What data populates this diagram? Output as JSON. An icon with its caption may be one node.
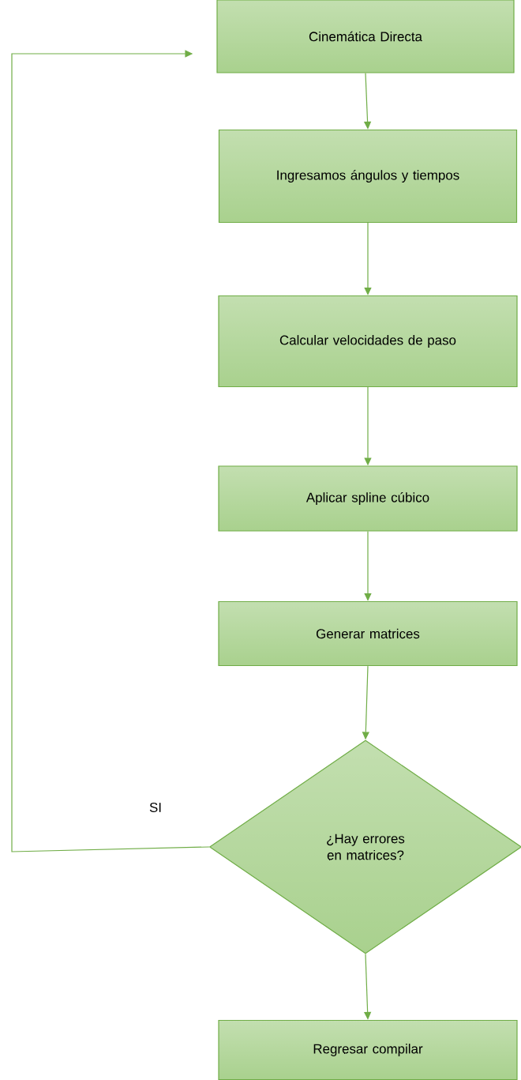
{
  "diagram": {
    "nodes": [
      {
        "text": [
          "Cinemática Directa"
        ]
      },
      {
        "text": [
          "Ingresamos ángulos y tiempos"
        ]
      },
      {
        "text": [
          "Calcular velocidades de paso"
        ]
      },
      {
        "text": [
          "Aplicar spline cúbico"
        ]
      },
      {
        "text": [
          "Generar matrices"
        ]
      },
      {
        "text": [
          "¿Hay errores en matrices?"
        ]
      },
      {
        "text": [
          "Regresar compilar"
        ]
      }
    ],
    "edges": [
      {
        "from": 0,
        "to": 1,
        "arrow": "to"
      },
      {
        "from": 1,
        "to": 2,
        "arrow": "to"
      },
      {
        "from": 2,
        "to": 3,
        "arrow": "to"
      },
      {
        "from": 3,
        "to": 4,
        "arrow": "to"
      },
      {
        "from": 4,
        "to": 5,
        "arrow": "to"
      },
      {
        "from": 5,
        "to": 6,
        "arrow": "to"
      },
      {
        "from": 5,
        "to": 0,
        "arrow": "to",
        "label": "SI"
      }
    ]
  }
}
